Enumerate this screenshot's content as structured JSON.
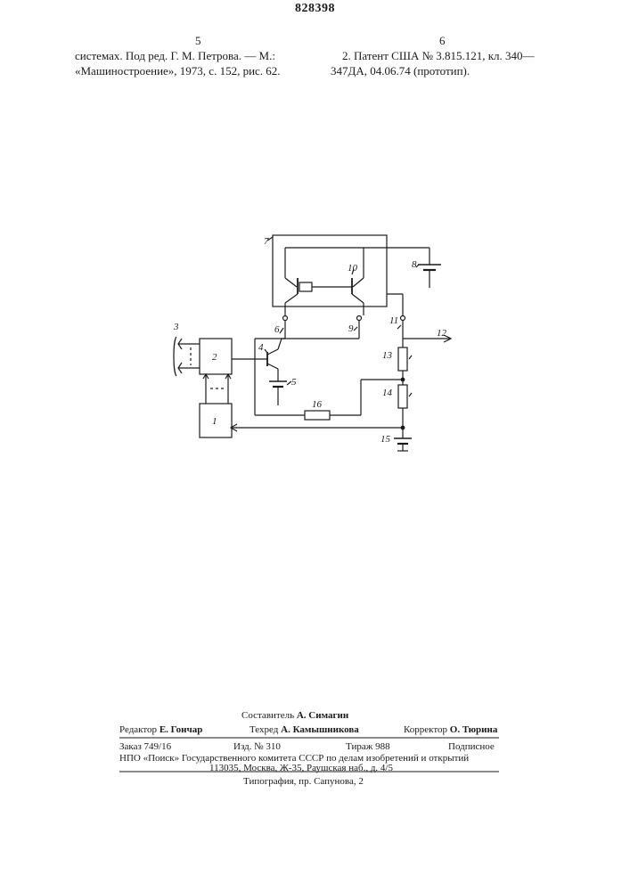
{
  "header": {
    "patent_number": "828398",
    "left_page": "5",
    "right_page": "6"
  },
  "references": {
    "left_line1": "системах. Под ред. Г. М. Петрова. — М.:",
    "left_line2": "«Машиностроение», 1973, с. 152, рис. 62.",
    "right_line1": "2. Патент  США № 3.815.121,  кл. 340—",
    "right_line2": "347ДА, 04.06.74 (прототип)."
  },
  "diagram": {
    "labels": {
      "n1": "1",
      "n2": "2",
      "n3": "3",
      "n4": "4",
      "n5": "5",
      "n6": "6",
      "n7": "7",
      "n8": "8",
      "n9": "9",
      "n10": "10",
      "n11": "11",
      "n12": "12",
      "n13": "13",
      "n14": "14",
      "n15": "15",
      "n16": "16"
    }
  },
  "footer": {
    "compiler_label": "Составитель",
    "compiler_name": "А. Симагин",
    "editor_label": "Редактор",
    "editor_name": "Е. Гончар",
    "techred_label": "Техред",
    "techred_name": "А. Камышникова",
    "corrector_label": "Корректор",
    "corrector_name": "О. Тюрина",
    "order": "Заказ 749/16",
    "edition": "Изд. № 310",
    "circulation": "Тираж 988",
    "subscription": "Подписное",
    "org_line": "НПО «Поиск» Государственного комитета СССР по делам изобретений и открытий",
    "address": "113035, Москва, Ж-35, Раушская наб., д. 4/5",
    "printing": "Типография, пр. Сапунова, 2"
  }
}
